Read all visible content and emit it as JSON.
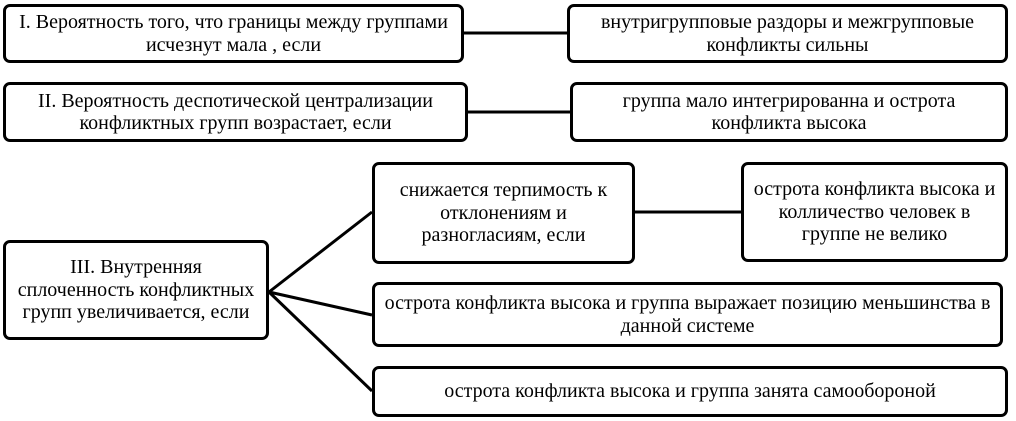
{
  "diagram": {
    "row1": {
      "condition": "I. Вероятность того, что границы между группами исчезнут мала , если",
      "result": "внутригрупповые раздоры и межгрупповые конфликты сильны"
    },
    "row2": {
      "condition": "II. Вероятность деспотической централизации конфликтных групп возрастает, если",
      "result": "группа мало интегрированна и острота конфликта высока"
    },
    "row3": {
      "condition": "III. Внутренняя сплоченность конфликтных групп увеличивается, если",
      "branch1": "снижается терпимость к отклонениям и разногласиям, если",
      "branch1_sub": "острота конфликта высока и колличество человек в группе не велико",
      "branch2": "острота конфликта высока и группа выражает позицию меньшинства в данной системе",
      "branch3": "острота конфликта высока и группа занята самообороной"
    }
  }
}
